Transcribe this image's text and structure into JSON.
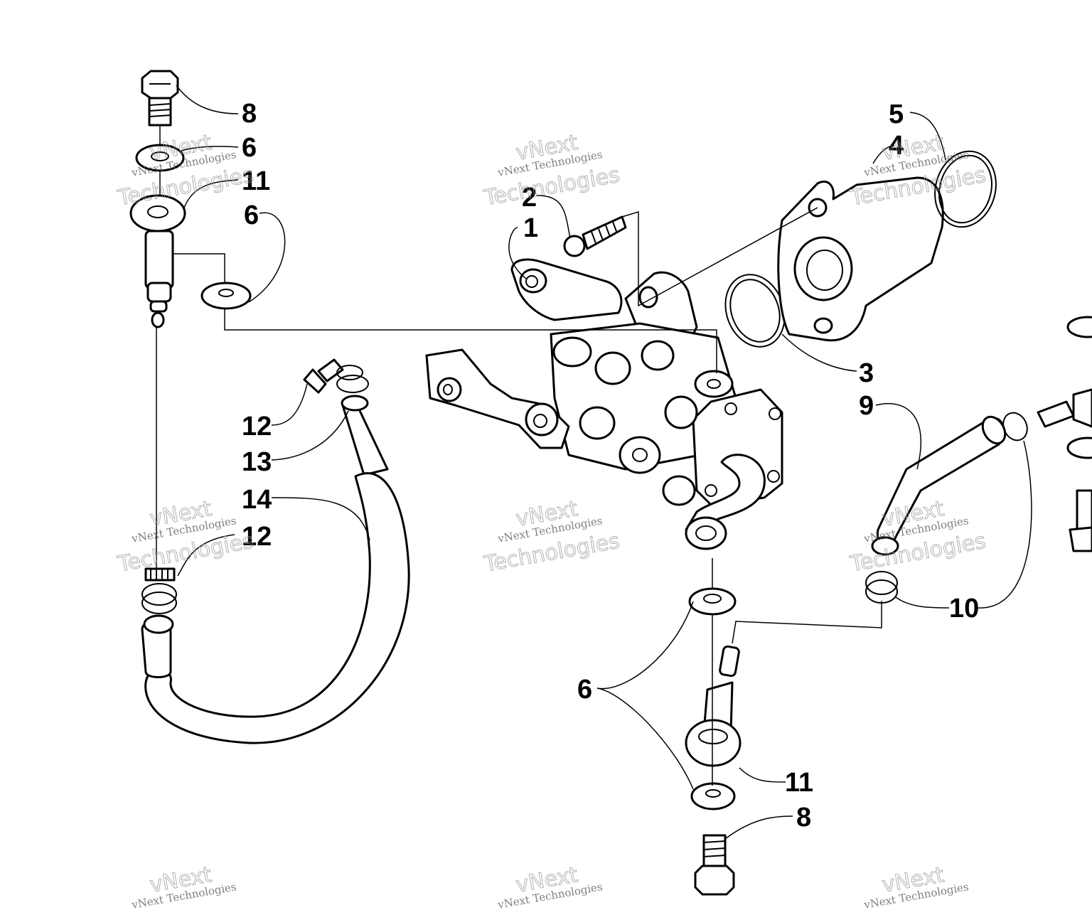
{
  "callouts": {
    "c1": "1",
    "c2": "2",
    "c3": "3",
    "c4": "4",
    "c5": "5",
    "c6a": "6",
    "c6b": "6",
    "c6c": "6",
    "c8a": "8",
    "c8b": "8",
    "c9": "9",
    "c10": "10",
    "c11a": "11",
    "c11b": "11",
    "c12a": "12",
    "c12b": "12",
    "c13": "13",
    "c14": "14"
  },
  "watermark": {
    "small": "vNext Technologies",
    "big": "Technologies",
    "top": "vNext"
  },
  "colors": {
    "line": "#000000",
    "background": "#ffffff",
    "watermark": "#999999"
  }
}
